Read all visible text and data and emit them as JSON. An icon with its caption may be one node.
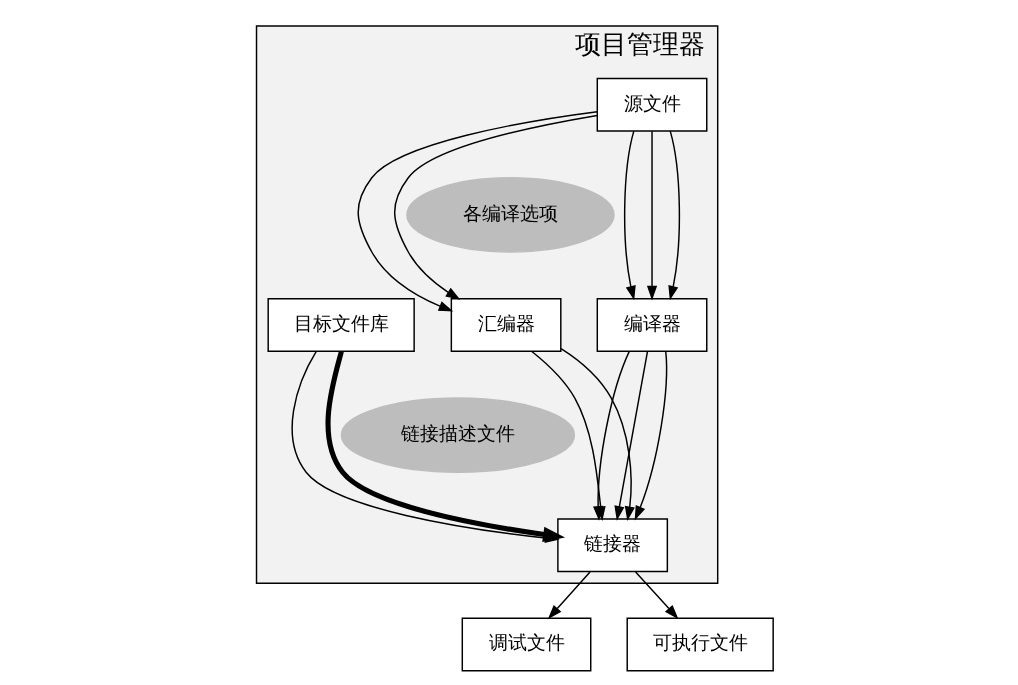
{
  "diagram": {
    "nodes": [
      {
        "text": [
          "项目管理器"
        ]
      },
      {
        "text": [
          "源文件"
        ],
        "in": 0
      },
      {
        "text": [
          "各编译选项"
        ],
        "in": 0
      },
      {
        "text": [
          "汇编器"
        ],
        "in": 0
      },
      {
        "text": [
          "编译器"
        ],
        "in": 0
      },
      {
        "text": [
          "目标文件库"
        ],
        "in": 0
      },
      {
        "text": [
          "链接描述文件"
        ],
        "in": 0
      },
      {
        "text": [
          "链接器"
        ],
        "in": 0
      },
      {
        "text": [
          "调试文件"
        ]
      },
      {
        "text": [
          "可执行文件"
        ]
      }
    ],
    "edges": [
      {
        "from": 1,
        "to": 3,
        "arrow": "to"
      },
      {
        "from": 1,
        "to": 3,
        "arrow": "to"
      },
      {
        "from": 1,
        "to": 4,
        "arrow": "to"
      },
      {
        "from": 1,
        "to": 4,
        "arrow": "to"
      },
      {
        "from": 1,
        "to": 4,
        "arrow": "to"
      },
      {
        "from": 3,
        "to": 7,
        "arrow": "to"
      },
      {
        "from": 3,
        "to": 7,
        "arrow": "to"
      },
      {
        "from": 4,
        "to": 7,
        "arrow": "to"
      },
      {
        "from": 4,
        "to": 7,
        "arrow": "to"
      },
      {
        "from": 4,
        "to": 7,
        "arrow": "to"
      },
      {
        "from": 5,
        "to": 7,
        "arrow": "to"
      },
      {
        "from": 5,
        "to": 7,
        "arrow": "to",
        "style": "thick"
      },
      {
        "from": 7,
        "to": 8,
        "arrow": "to"
      },
      {
        "from": 7,
        "to": 9,
        "arrow": "to"
      }
    ]
  }
}
